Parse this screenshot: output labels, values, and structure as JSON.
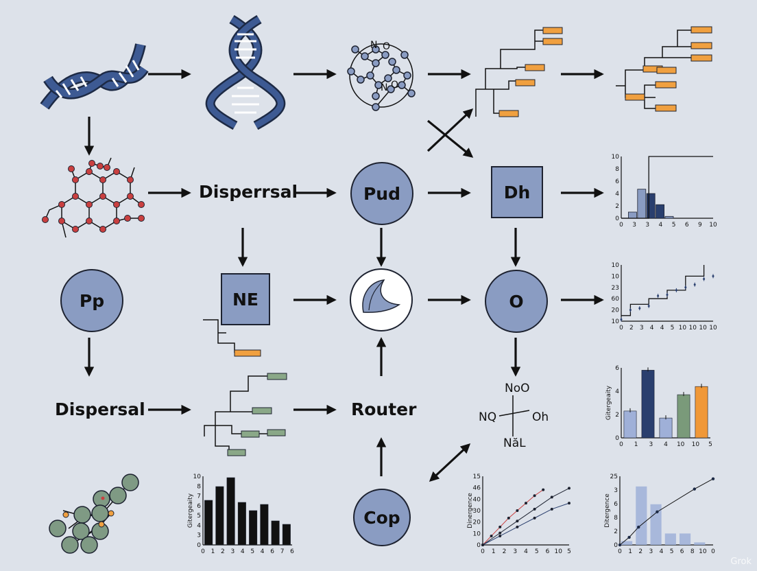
{
  "nodes": {
    "dispersal_mid": "Disperrsal",
    "pud": "Pud",
    "dh": "Dh",
    "pp": "Pp",
    "ne": "NE",
    "o": "O",
    "dispersal_left": "Dispersal",
    "router": "Router",
    "cop": "Cop",
    "molecule_top_n1": "N",
    "molecule_top_o1": "O",
    "molecule_top_n2": "N",
    "molecule_top_o2": "O"
  },
  "chem_formula": {
    "top": "NoO",
    "left": "NQ",
    "right": "Oh",
    "bottom": "NăL"
  },
  "watermark": "Grok",
  "colors": {
    "background": "#dde2ea",
    "node_fill": "#8a9cc2",
    "orange": "#f0a040",
    "green": "#8aa888",
    "navy": "#2a3f6e"
  },
  "chart_data": [
    {
      "type": "bar",
      "x": [
        1,
        2,
        3,
        4,
        5
      ],
      "values": [
        1,
        4.7,
        4,
        2.2,
        0.3
      ],
      "step_line": [
        [
          0,
          0
        ],
        [
          3,
          0
        ],
        [
          3,
          10
        ],
        [
          10,
          10
        ]
      ],
      "xticks": [
        "0",
        "3",
        "3",
        "4",
        "5",
        "6",
        "9",
        "10"
      ],
      "yticks": [
        "0",
        "2",
        "4",
        "6",
        "8",
        "10"
      ],
      "ylim": [
        0,
        10
      ]
    },
    {
      "type": "line",
      "step_line": [
        [
          0,
          10
        ],
        [
          1,
          10
        ],
        [
          1,
          30
        ],
        [
          3,
          30
        ],
        [
          3,
          40
        ],
        [
          5,
          40
        ],
        [
          5,
          55
        ],
        [
          7,
          55
        ],
        [
          7,
          80
        ],
        [
          9,
          80
        ],
        [
          9,
          100
        ]
      ],
      "points": [
        [
          0,
          3
        ],
        [
          1,
          20
        ],
        [
          2,
          23
        ],
        [
          3,
          27
        ],
        [
          4,
          45
        ],
        [
          5,
          47
        ],
        [
          6,
          55
        ],
        [
          7,
          60
        ],
        [
          8,
          65
        ],
        [
          9,
          75
        ],
        [
          10,
          80
        ]
      ],
      "xticks": [
        "0",
        "2",
        "3",
        "4",
        "4",
        "5",
        "10",
        "10",
        "10",
        "10"
      ],
      "yticks": [
        "10",
        "20",
        "60",
        "23",
        "10",
        "10"
      ],
      "ylim": [
        0,
        100
      ]
    },
    {
      "type": "bar",
      "ylabel": "Gitergeaity",
      "values": [
        2.3,
        5.8,
        1.7,
        3.7,
        4.4
      ],
      "colors": [
        "#9fb0d8",
        "#2a3f6e",
        "#9fb0d8",
        "#7a9a7a",
        "#f09838"
      ],
      "xticks": [
        "0",
        "1",
        "3",
        "4",
        "10",
        "10",
        "5"
      ],
      "yticks": [
        "0",
        "2",
        "4",
        "6"
      ],
      "ylim": [
        0,
        6
      ]
    },
    {
      "type": "bar",
      "ylabel": "Gitergeaity",
      "values": [
        6.5,
        8.5,
        9.8,
        6.2,
        5,
        5.9,
        3.5,
        3
      ],
      "xticks": [
        "0",
        "1",
        "2",
        "3",
        "4",
        "5",
        "4",
        "6",
        "7",
        "6"
      ],
      "yticks": [
        "0",
        "3",
        "4",
        "5",
        "6",
        "7",
        "8",
        "10"
      ],
      "ylim": [
        0,
        10
      ]
    },
    {
      "type": "scatter",
      "ylabel": "Dinergence",
      "series": [
        {
          "values": [
            [
              0,
              0
            ],
            [
              1,
              6
            ],
            [
              2,
              12
            ],
            [
              3,
              18
            ],
            [
              4,
              23
            ],
            [
              5,
              28
            ],
            [
              6,
              33
            ],
            [
              7,
              37
            ]
          ]
        },
        {
          "values": [
            [
              0,
              0
            ],
            [
              2,
              8
            ],
            [
              4,
              16
            ],
            [
              6,
              24
            ],
            [
              8,
              32
            ],
            [
              10,
              38
            ]
          ]
        },
        {
          "values": [
            [
              0,
              0
            ],
            [
              2,
              6
            ],
            [
              4,
              12
            ],
            [
              6,
              18
            ],
            [
              8,
              24
            ],
            [
              10,
              28
            ]
          ]
        }
      ],
      "xticks": [
        "0",
        "1",
        "2",
        "3",
        "4",
        "5",
        "6",
        "10",
        "5"
      ],
      "yticks": [
        "0",
        "10",
        "20",
        "30",
        "40",
        "46",
        "15"
      ],
      "ylim": [
        0,
        46
      ]
    },
    {
      "type": "bar",
      "ylabel": "Ditergence",
      "values": [
        1.5,
        23,
        16,
        4.5,
        4.5,
        1
      ],
      "line": [
        [
          0,
          0
        ],
        [
          1,
          3
        ],
        [
          2,
          7
        ],
        [
          4,
          13
        ],
        [
          8,
          22
        ],
        [
          10,
          26
        ]
      ],
      "xticks": [
        "0",
        "1",
        "2",
        "3",
        "4",
        "5",
        "6",
        "8",
        "10",
        "0"
      ],
      "yticks": [
        "0",
        "2",
        "8",
        "6",
        "3",
        "25"
      ],
      "ylim": [
        0,
        27
      ]
    }
  ]
}
